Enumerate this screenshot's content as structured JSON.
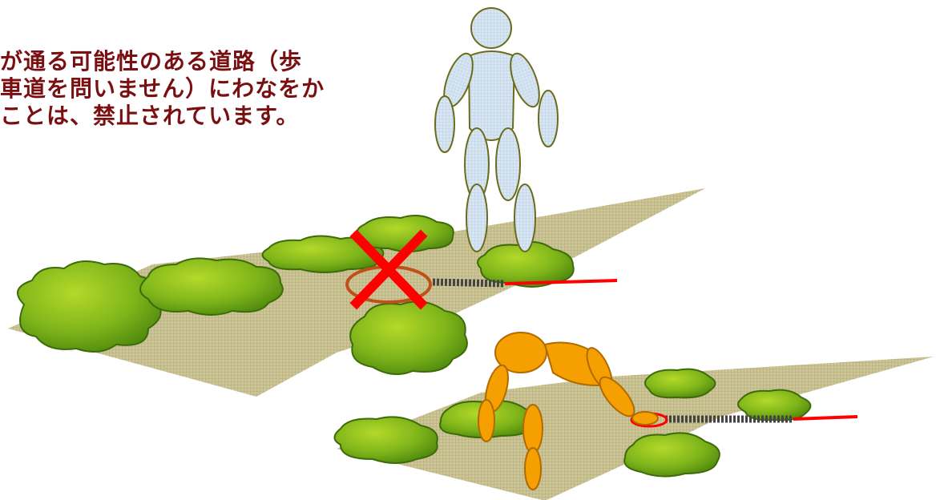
{
  "caption": {
    "lines": [
      "が通る可能性のある道路（歩",
      "車道を問いません）にわなをか",
      "ことは、禁止されています。"
    ]
  },
  "colors": {
    "text": "#7a0f12",
    "ground": "#b5a86a",
    "bush": "#7cb518",
    "bush_outline": "#3d6b0a",
    "person_standing": "#bcd8f0",
    "person_trapped": "#f5a000",
    "cross": "#ff0000",
    "wire": "#ff0000",
    "spring": "#444444"
  },
  "icons": [
    "standing-person-icon",
    "trapped-person-icon",
    "prohibition-cross-icon",
    "snare-trap-icon",
    "bush-icon"
  ]
}
